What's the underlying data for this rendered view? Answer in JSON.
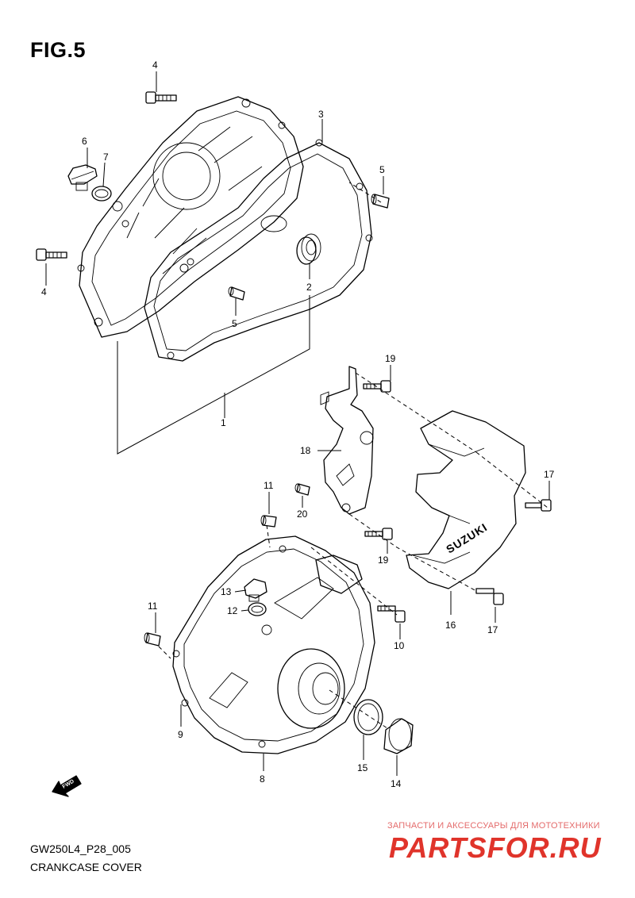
{
  "figure": {
    "title": "FIG.5",
    "code": "GW250L4_P28_005",
    "name": "CRANKCASE COVER"
  },
  "parts": [
    {
      "number": "1"
    },
    {
      "number": "2"
    },
    {
      "number": "3"
    },
    {
      "number": "4"
    },
    {
      "number": "5"
    },
    {
      "number": "6"
    },
    {
      "number": "7"
    },
    {
      "number": "8"
    },
    {
      "number": "9"
    },
    {
      "number": "10"
    },
    {
      "number": "11"
    },
    {
      "number": "12"
    },
    {
      "number": "13"
    },
    {
      "number": "14"
    },
    {
      "number": "15"
    },
    {
      "number": "16"
    },
    {
      "number": "17"
    },
    {
      "number": "18"
    },
    {
      "number": "19"
    },
    {
      "number": "20"
    }
  ],
  "direction_arrow": {
    "label": "FWD"
  },
  "cover_brand": "SUZUKI",
  "watermark": {
    "tagline": "ЗАПЧАСТИ И АКСЕССУАРЫ ДЛЯ МОТОТЕХНИКИ",
    "logo": "PARTSFOR.RU"
  }
}
